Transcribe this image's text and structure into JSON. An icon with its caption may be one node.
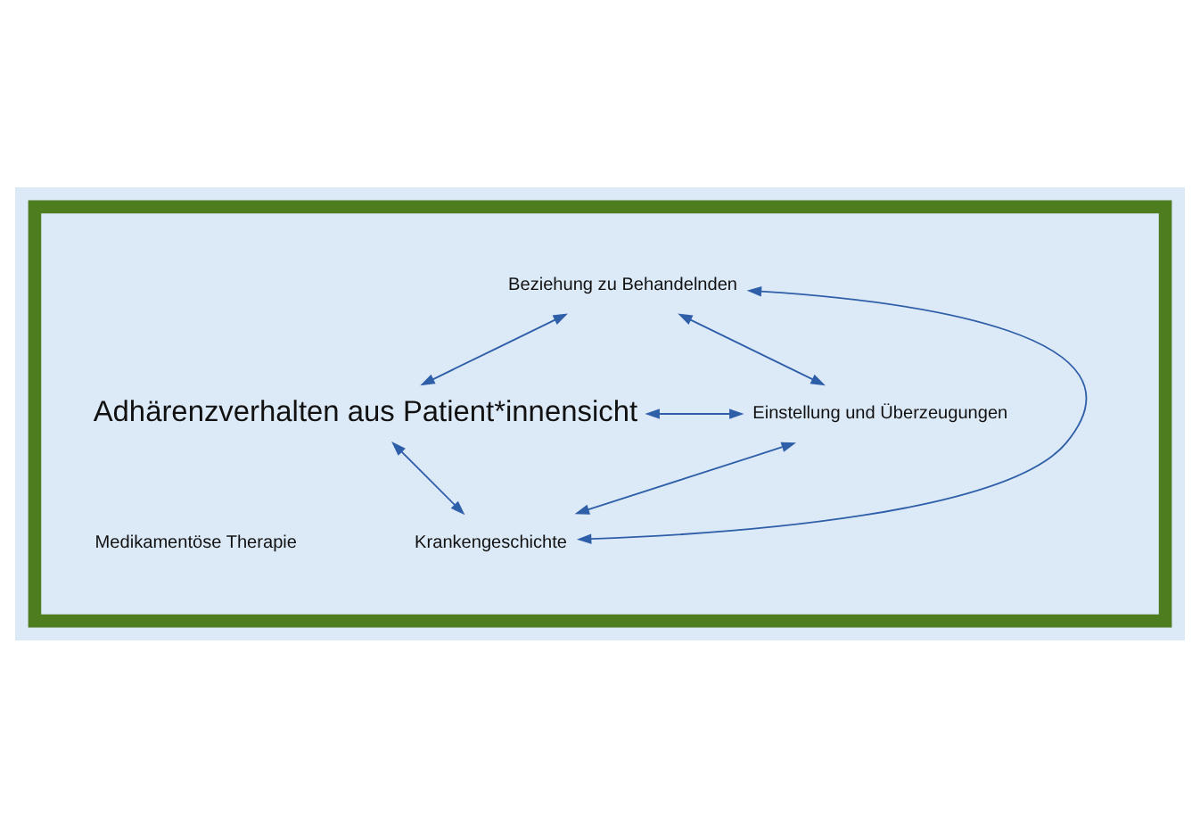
{
  "diagram": {
    "nodes": [
      {
        "text": [],
        "shape": "box"
      },
      {
        "text": [
          "Beziehung zu Behandelnden"
        ],
        "in": 0
      },
      {
        "text": [
          "Adhärenzverhalten aus Patient*innensicht"
        ],
        "in": 0
      },
      {
        "text": [
          "Einstellung und Überzeugungen"
        ],
        "in": 0
      },
      {
        "text": [
          "Krankengeschichte"
        ],
        "in": 0
      },
      {
        "text": [
          "Medikamentöse Therapie"
        ],
        "in": 0
      }
    ],
    "edges": [
      {
        "from": 1,
        "to": 2,
        "arrow": "both"
      },
      {
        "from": 1,
        "to": 3,
        "arrow": "both"
      },
      {
        "from": 2,
        "to": 3,
        "arrow": "both"
      },
      {
        "from": 2,
        "to": 4,
        "arrow": "both"
      },
      {
        "from": 4,
        "to": 3,
        "arrow": "both"
      },
      {
        "from": 4,
        "to": 1,
        "arrow": "both"
      }
    ]
  }
}
